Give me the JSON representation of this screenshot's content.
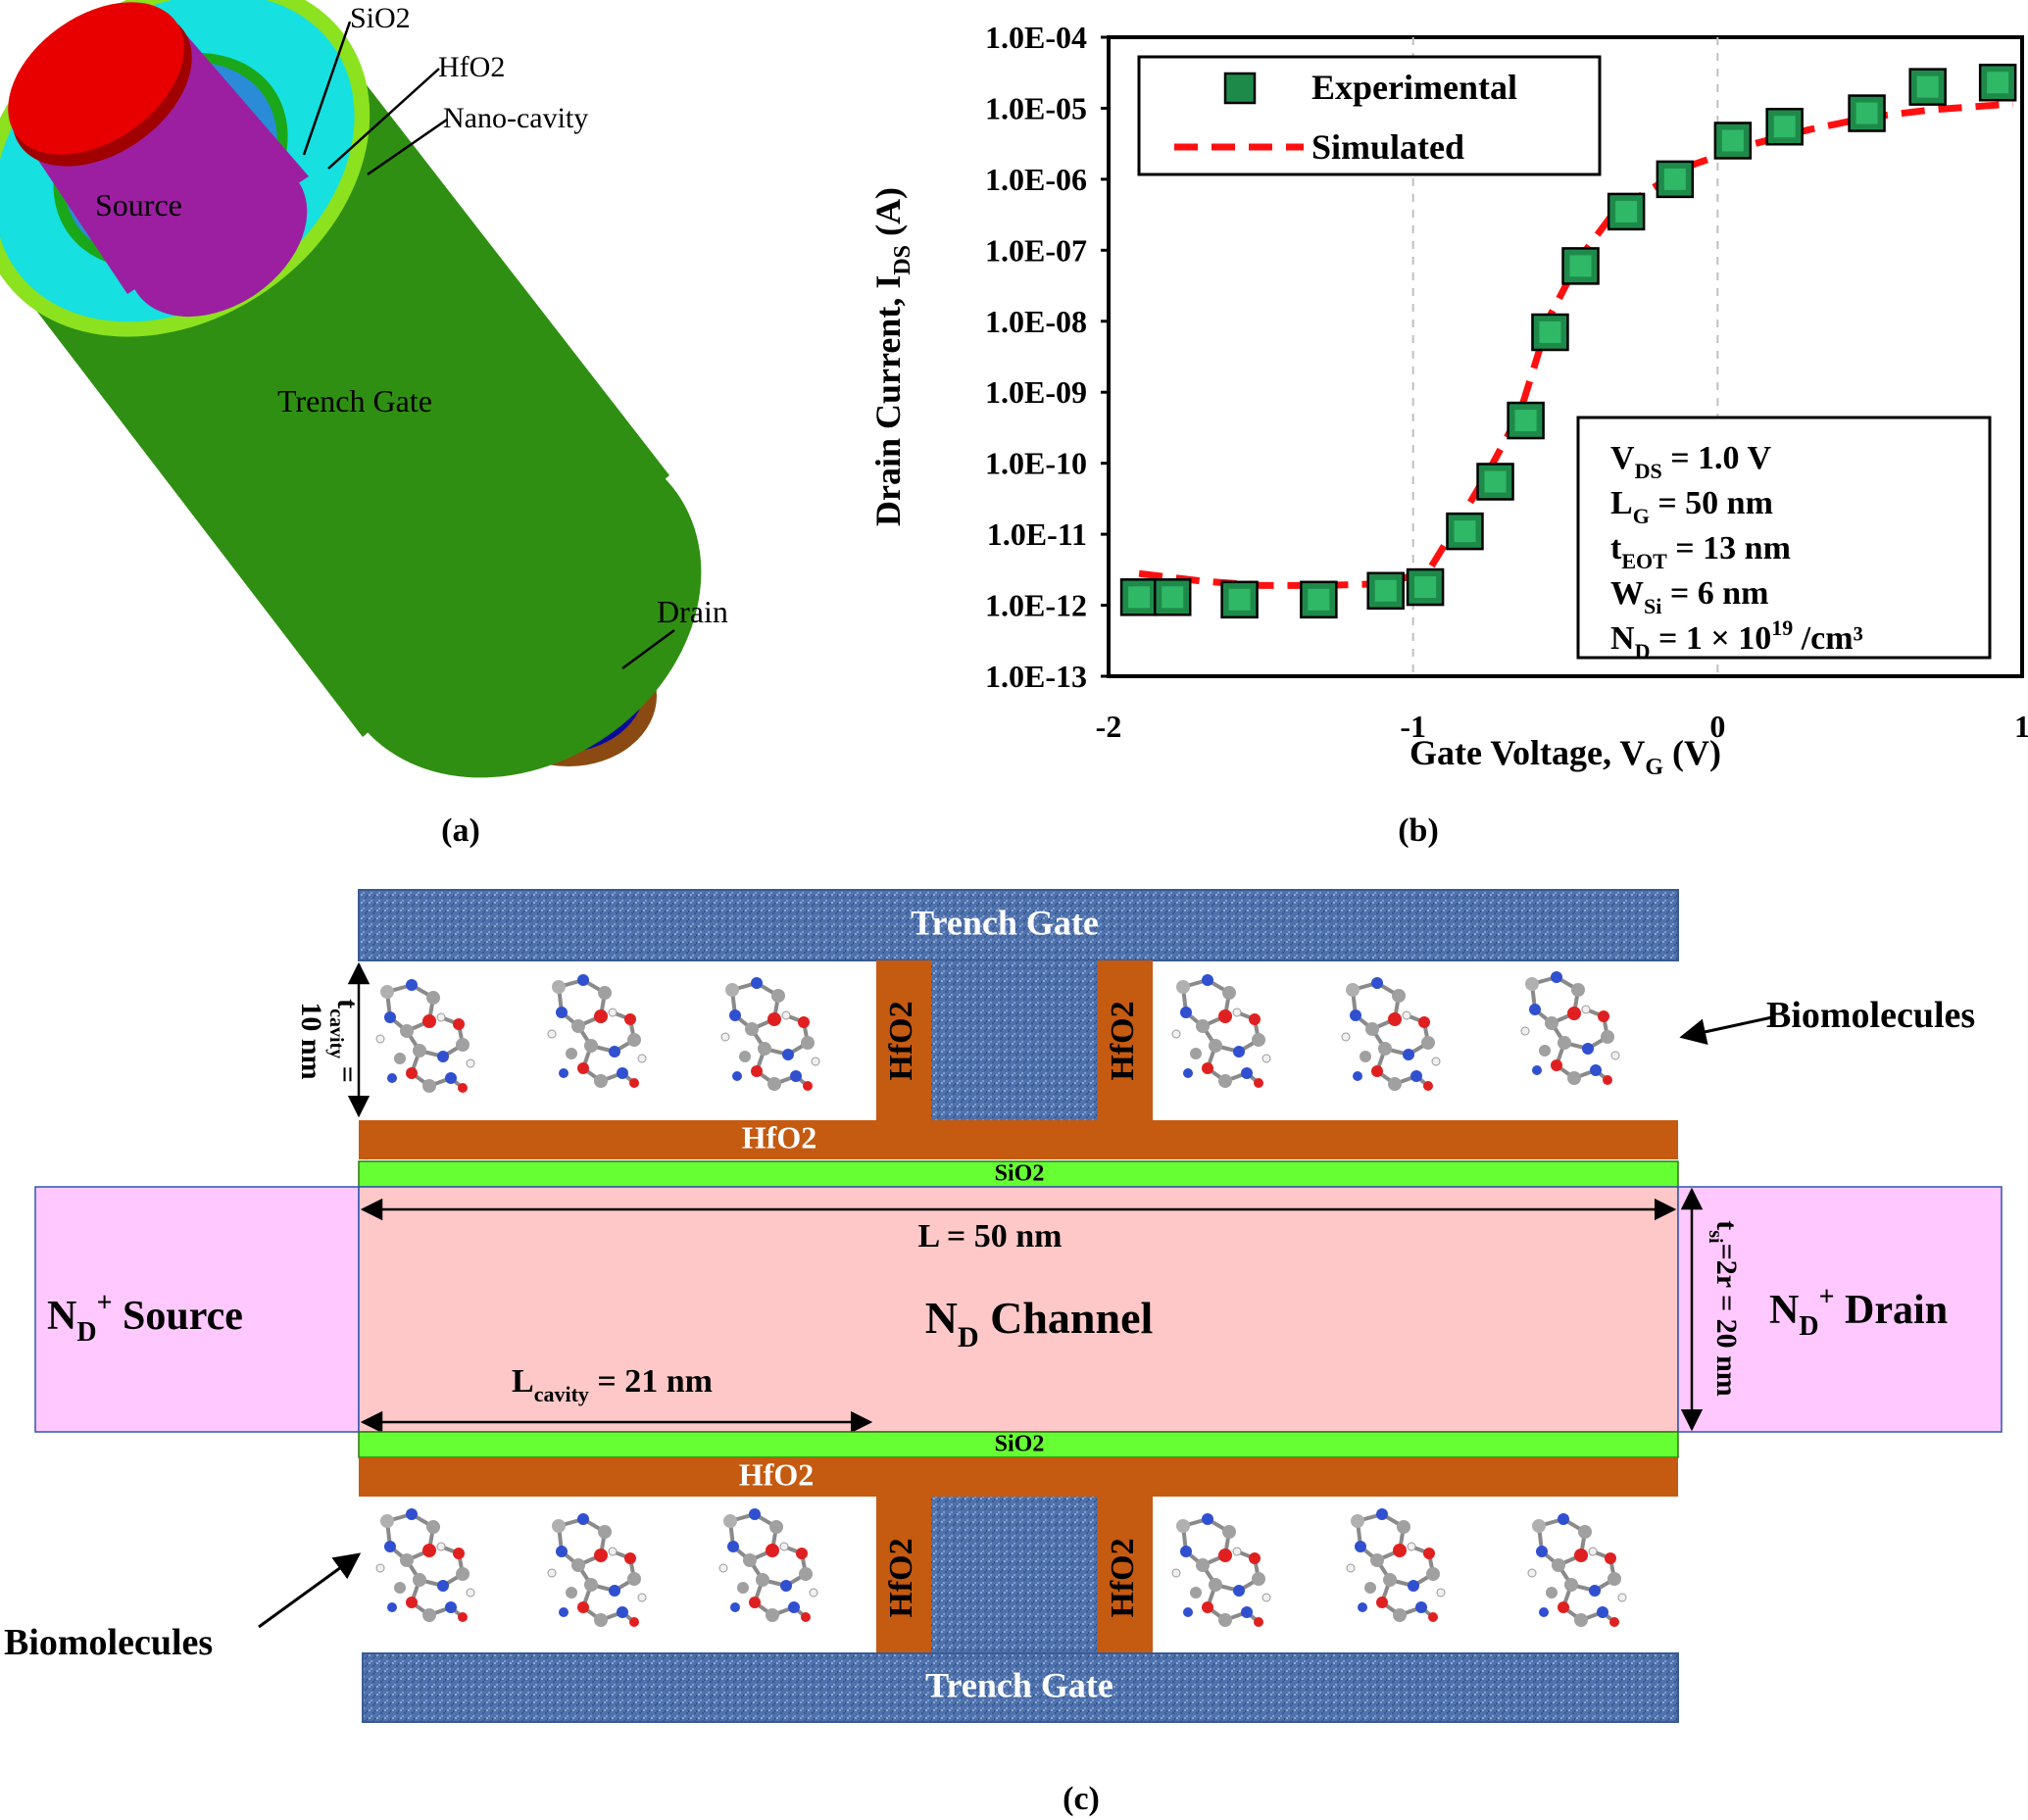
{
  "panel_a": {
    "caption": "(a)",
    "labels": {
      "sio2": "SiO2",
      "hfo2": "HfO2",
      "nano_cavity": "Nano-cavity",
      "source": "Source",
      "trench_gate": "Trench Gate",
      "drain": "Drain"
    },
    "colors": {
      "gate": "#2f8f12",
      "source": "#9b1fa0",
      "source_cap": "#e80000",
      "cavity": "#16e0e0",
      "hfo2_ring": "#1aa81a",
      "outer_ring": "#8ce21e",
      "drain": "#0a0a9a",
      "drain_rim": "#8a4a12"
    }
  },
  "panel_b": {
    "caption": "(b)",
    "legend": {
      "experimental": "Experimental",
      "simulated": "Simulated"
    },
    "params": {
      "vds": {
        "sym": "V",
        "sub": "DS",
        "rest": " = 1.0 V"
      },
      "lg": {
        "sym": "L",
        "sub": "G",
        "rest": " = 50 nm"
      },
      "teot": {
        "sym": "t",
        "sub": "EOT",
        "rest": " = 13 nm"
      },
      "wsi": {
        "sym": "W",
        "sub": "Si",
        "rest": " = 6 nm"
      },
      "nd": {
        "sym": "N",
        "sub": "D",
        "rest": " = 1 × 10",
        "sup": "19",
        "tail": " /cm³"
      }
    },
    "xlabel": {
      "main": "Gate Voltage, V",
      "sub": "G",
      "unit": " (V)"
    },
    "ylabel": {
      "main": "Drain Current, I",
      "sub": "DS",
      "unit": " (A)"
    },
    "colors": {
      "marker": "#1e8a4a",
      "line": "#ff1010"
    }
  },
  "chart_data": {
    "type": "scatter",
    "title": "",
    "y_scale": "log",
    "xlim": [
      -2,
      1
    ],
    "ylim": [
      1e-13,
      0.0001
    ],
    "x_ticks": [
      "-2",
      "-1",
      "0",
      "1"
    ],
    "y_ticks": [
      "1.0E-13",
      "1.0E-12",
      "1.0E-11",
      "1.0E-10",
      "1.0E-09",
      "1.0E-08",
      "1.0E-07",
      "1.0E-06",
      "1.0E-05",
      "1.0E-04"
    ],
    "grid": "dashed vertical at x = -1 and 0",
    "legend_position": "top-left",
    "series": [
      {
        "name": "Experimental",
        "style": "markers",
        "x": [
          -1.9,
          -1.79,
          -1.57,
          -1.31,
          -1.09,
          -0.96,
          -0.83,
          -0.73,
          -0.63,
          -0.55,
          -0.45,
          -0.3,
          -0.14,
          0.05,
          0.22,
          0.49,
          0.69,
          0.92
        ],
        "y": [
          1.3e-12,
          1.3e-12,
          1.2e-12,
          1.2e-12,
          1.6e-12,
          1.8e-12,
          1.1e-11,
          5.5e-11,
          4e-10,
          7e-09,
          6e-08,
          3.5e-07,
          1e-06,
          3.5e-06,
          5.5e-06,
          8.5e-06,
          2e-05,
          2.3e-05
        ]
      },
      {
        "name": "Simulated",
        "style": "dashed-line",
        "x": [
          -1.9,
          -1.7,
          -1.5,
          -1.3,
          -1.1,
          -0.95,
          -0.85,
          -0.75,
          -0.65,
          -0.55,
          -0.45,
          -0.35,
          -0.25,
          -0.1,
          0.1,
          0.3,
          0.5,
          0.7,
          0.97
        ],
        "y": [
          2.8e-12,
          2.2e-12,
          1.9e-12,
          1.9e-12,
          2e-12,
          3e-12,
          1.5e-11,
          8e-11,
          5e-10,
          1.2e-08,
          8e-08,
          3e-07,
          6e-07,
          1.5e-06,
          3e-06,
          5e-06,
          7.5e-06,
          9.5e-06,
          1.15e-05
        ]
      }
    ]
  },
  "panel_c": {
    "caption": "(c)",
    "trench_gate_top": "Trench Gate",
    "trench_gate_bottom": "Trench Gate",
    "hfo2_pillar": "HfO2",
    "hfo2_layer": "HfO2",
    "sio2_layer": "SiO2",
    "biomolecules": "Biomolecules",
    "channel": {
      "sym": "N",
      "sub": "D",
      "rest": " Channel"
    },
    "source": {
      "sym": "N",
      "sub": "D",
      "sup": "+",
      "rest": " Source"
    },
    "drain": {
      "sym": "N",
      "sub": "D",
      "sup": "+",
      "rest": " Drain"
    },
    "length": "L = 50 nm",
    "cavity_length": {
      "sym": "L",
      "sub": "cavity",
      "rest": " = 21 nm"
    },
    "tcavity": {
      "sym": "t",
      "sub": "cavity",
      "rest": " =",
      "line2": "10 nm"
    },
    "tsi": {
      "sym": "t",
      "sub": "si",
      "rest": "=2r = 20 nm"
    },
    "colors": {
      "gate": "#4f72ad",
      "hfo2": "#c55a11",
      "sio2": "#66ff33",
      "channel": "#ffc8c8",
      "sd": "#ffc8ff"
    }
  }
}
